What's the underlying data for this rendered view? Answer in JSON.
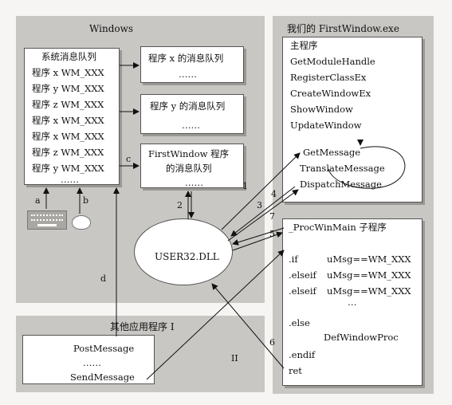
{
  "windows_panel": {
    "title": "Windows",
    "system_queue": {
      "title": "系统消息队列",
      "rows": [
        "程序 x WM_XXX",
        "程序 y WM_XXX",
        "程序 z WM_XXX",
        "程序 x WM_XXX",
        "程序 x WM_XXX",
        "程序 z WM_XXX",
        "程序 y WM_XXX"
      ],
      "ellipsis": "……"
    },
    "queue_x": {
      "label": "程序 x 的消息队列",
      "ellipsis": "……"
    },
    "queue_y": {
      "label": "程序 y 的消息队列",
      "ellipsis": "……"
    },
    "queue_fw": {
      "line1": "FirstWindow 程序",
      "line2": "的消息队列",
      "ellipsis": "……"
    },
    "user32": "USER32.DLL"
  },
  "other_app": {
    "title": "其他应用程序 I",
    "items": [
      "PostMessage",
      "……",
      "SendMessage"
    ]
  },
  "firstwindow_panel": {
    "title": "我们的 FirstWindow.exe",
    "main": {
      "title": "主程序",
      "items": [
        "GetModuleHandle",
        "RegisterClassEx",
        "CreateWindowEx",
        "ShowWindow",
        "UpdateWindow"
      ],
      "loop": [
        "GetMessage",
        "TranslateMessage",
        "DispatchMessage"
      ]
    },
    "proc": {
      "title": "_ProcWinMain 子程序",
      "rows": [
        [
          ".if",
          "uMsg==WM_XXX"
        ],
        [
          ".elseif",
          "uMsg==WM_XXX"
        ],
        [
          ".elseif",
          "uMsg==WM_XXX"
        ]
      ],
      "ellipsis": "…",
      "else": ".else",
      "default": "DefWindowProc",
      "endif": ".endif",
      "ret": "ret"
    }
  },
  "arrow_labels": {
    "a": "a",
    "b": "b",
    "c": "c",
    "d": "d",
    "n1": "1",
    "n2": "2",
    "n3": "3",
    "n4": "4",
    "n5": "5",
    "n6": "6",
    "n7": "7",
    "roman2": "II"
  }
}
